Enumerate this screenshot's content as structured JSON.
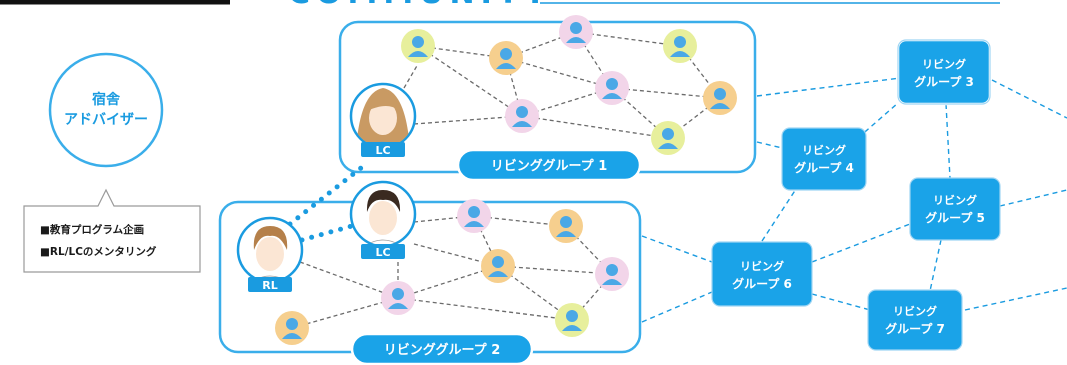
{
  "header_text": "COMMUNITY",
  "advisor": {
    "line1": "宿舎",
    "line2": "アドバイザー"
  },
  "advisor_duties": [
    "■教育プログラム企画",
    "■RL/LCのメンタリング"
  ],
  "roles": {
    "lc": "LC",
    "rl": "RL"
  },
  "group1_label": "リビンググループ 1",
  "group2_label": "リビンググループ 2",
  "groups": [
    {
      "line1": "リビング",
      "line2": "グループ 3"
    },
    {
      "line1": "リビング",
      "line2": "グループ 4"
    },
    {
      "line1": "リビング",
      "line2": "グループ 5"
    },
    {
      "line1": "リビング",
      "line2": "グループ 6"
    },
    {
      "line1": "リビング",
      "line2": "グループ 7"
    }
  ],
  "colors": {
    "accent": "#1a9be0",
    "node_fill": "#1aa3e8",
    "line_dash": "#6b6b6b",
    "member_icon": "#4aa8e6",
    "pink": "#f2d5e9",
    "yellow": "#e7ef9c",
    "orange": "#f6cf8e"
  }
}
